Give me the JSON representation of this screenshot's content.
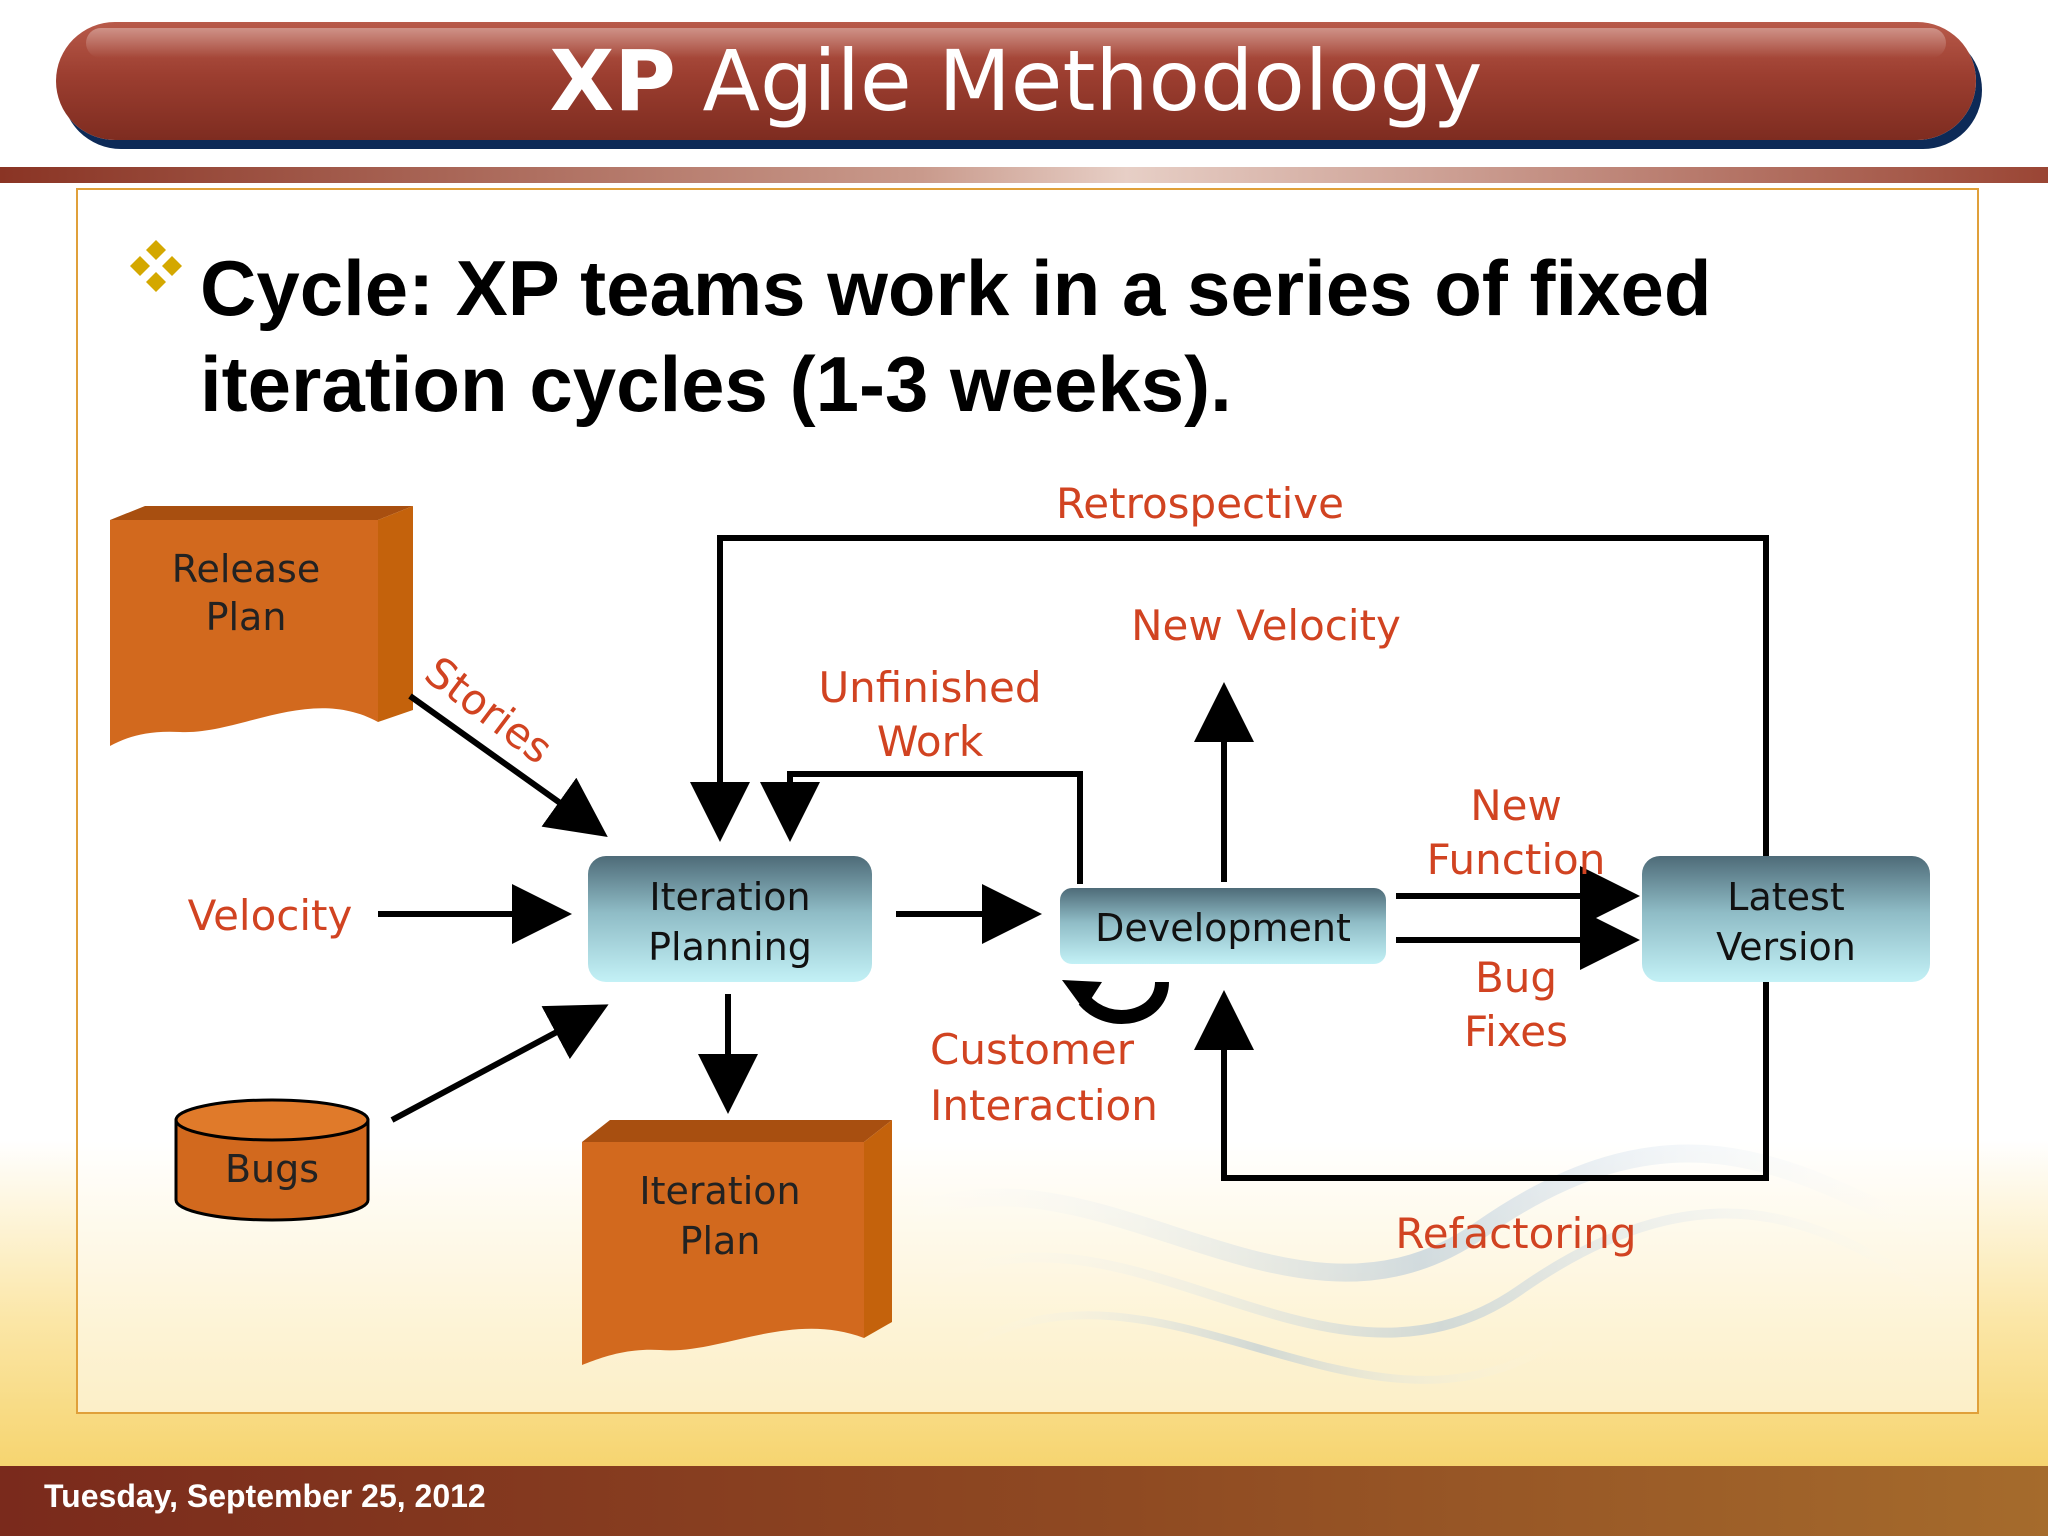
{
  "slide": {
    "title_bold": "XP",
    "title_rest": "Agile Methodology",
    "bullet_line1": "Cycle: XP teams work in a series of fixed",
    "bullet_line2": "iteration cycles (1-3 weeks).",
    "footer_date": "Tuesday, September 25, 2012"
  },
  "diagram": {
    "nodes": {
      "release_plan": [
        "Release",
        "Plan"
      ],
      "bugs": "Bugs",
      "iteration_planning": [
        "Iteration",
        "Planning"
      ],
      "iteration_plan": [
        "Iteration",
        "Plan"
      ],
      "development": "Development",
      "latest_version": [
        "Latest",
        "Version"
      ]
    },
    "labels": {
      "retrospective": "Retrospective",
      "new_velocity": "New Velocity",
      "unfinished_work": [
        "Unfinished",
        "Work"
      ],
      "stories": "Stories",
      "velocity": "Velocity",
      "new_function": [
        "New",
        "Function"
      ],
      "bug_fixes": [
        "Bug",
        "Fixes"
      ],
      "customer_interaction": [
        "Customer",
        "Interaction"
      ],
      "refactoring": "Refactoring"
    }
  },
  "colors": {
    "title_bar": "#9c3e30",
    "title_shadow": "#0d2a57",
    "box_orange": "#d2691e",
    "box_orange_dark": "#a84f10",
    "label_red": "#d14321",
    "node_teal_top": "#4e6b78",
    "node_teal_bottom": "#c3f1f6",
    "frame_border": "#e0a03a",
    "bullet_gold": "#c8a000"
  },
  "icons": [
    "diamond-bullet-icon"
  ]
}
